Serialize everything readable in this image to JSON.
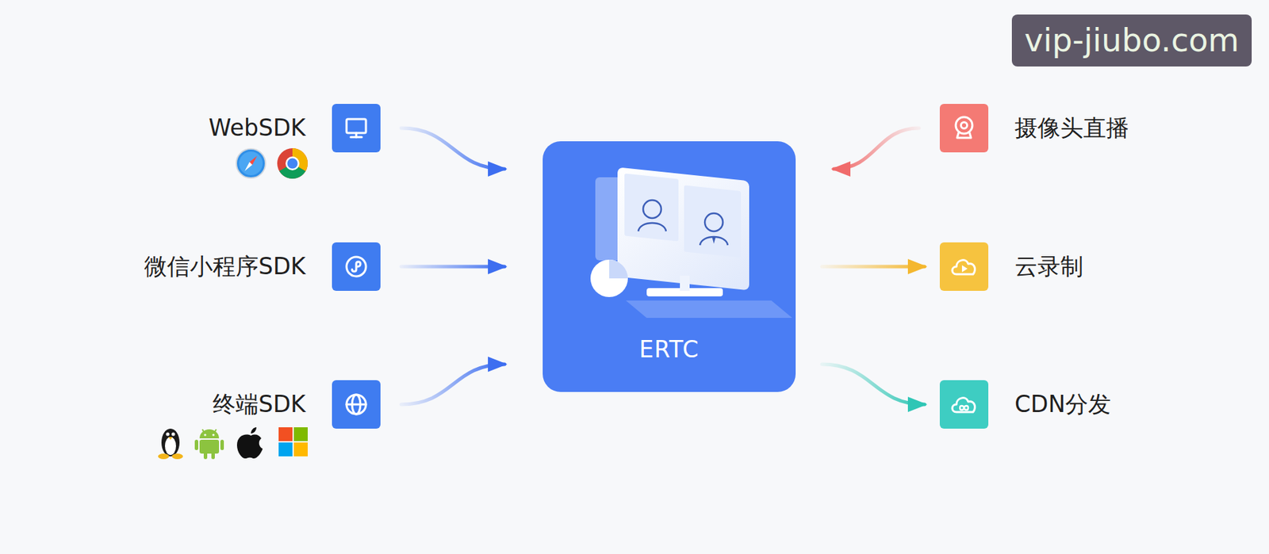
{
  "diagram": {
    "nodes": [
      {
        "text": [
          "WebSDK"
        ]
      },
      {
        "text": [
          "微信小程序SDK"
        ]
      },
      {
        "text": [
          "终端SDK"
        ]
      },
      {
        "text": [
          "ERTC"
        ]
      },
      {
        "text": [
          "摄像头直播"
        ]
      },
      {
        "text": [
          "云录制"
        ]
      },
      {
        "text": [
          "CDN分发"
        ]
      }
    ],
    "edges": [
      {
        "from": 0,
        "to": 3,
        "arrow": "to"
      },
      {
        "from": 1,
        "to": 3,
        "arrow": "to"
      },
      {
        "from": 2,
        "to": 3,
        "arrow": "to"
      },
      {
        "from": 4,
        "to": 3,
        "arrow": "to"
      },
      {
        "from": 3,
        "to": 5,
        "arrow": "to"
      },
      {
        "from": 3,
        "to": 6,
        "arrow": "to"
      }
    ],
    "labels": [
      "vip-jiubo.com"
    ]
  }
}
